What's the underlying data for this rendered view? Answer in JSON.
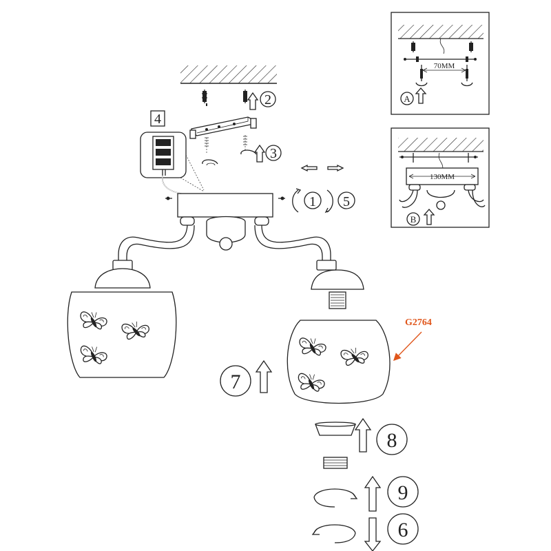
{
  "steps": {
    "s1": "1",
    "s2": "2",
    "s3": "3",
    "s4": "4",
    "s5": "5",
    "s6": "6",
    "s7": "7",
    "s8": "8",
    "s9": "9"
  },
  "insets": {
    "a": {
      "label": "A",
      "dimension": "70MM"
    },
    "b": {
      "label": "B",
      "dimension": "130MM"
    }
  },
  "product_code": "G2764",
  "colors": {
    "line": "#222222",
    "accent": "#e0561b"
  }
}
